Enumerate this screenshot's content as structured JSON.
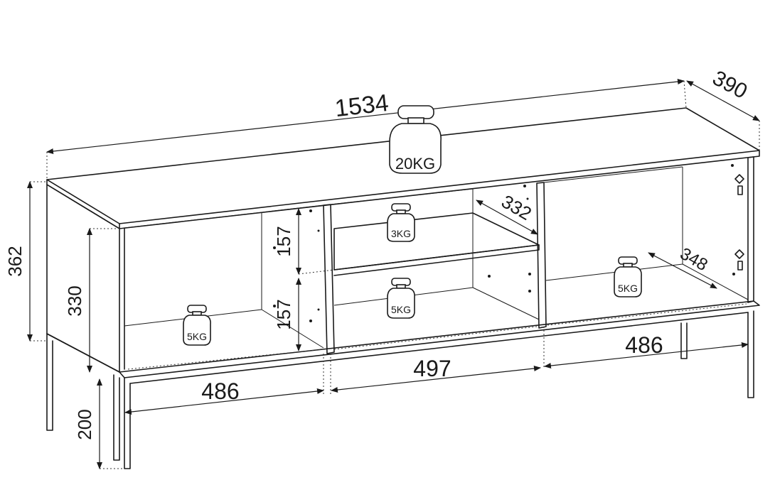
{
  "dimensions": {
    "total_width": "1534",
    "depth": "390",
    "total_height": "362",
    "inner_height": "330",
    "leg_height": "200",
    "shelf_upper": "157",
    "shelf_lower": "157",
    "shelf_depth": "332",
    "right_depth": "348",
    "left_width": "486",
    "middle_width": "497",
    "right_width": "486"
  },
  "weights": {
    "top": "20KG",
    "middle_shelf": "3KG",
    "middle_bottom": "5KG",
    "left_bottom": "5KG",
    "right_bottom": "5KG"
  }
}
